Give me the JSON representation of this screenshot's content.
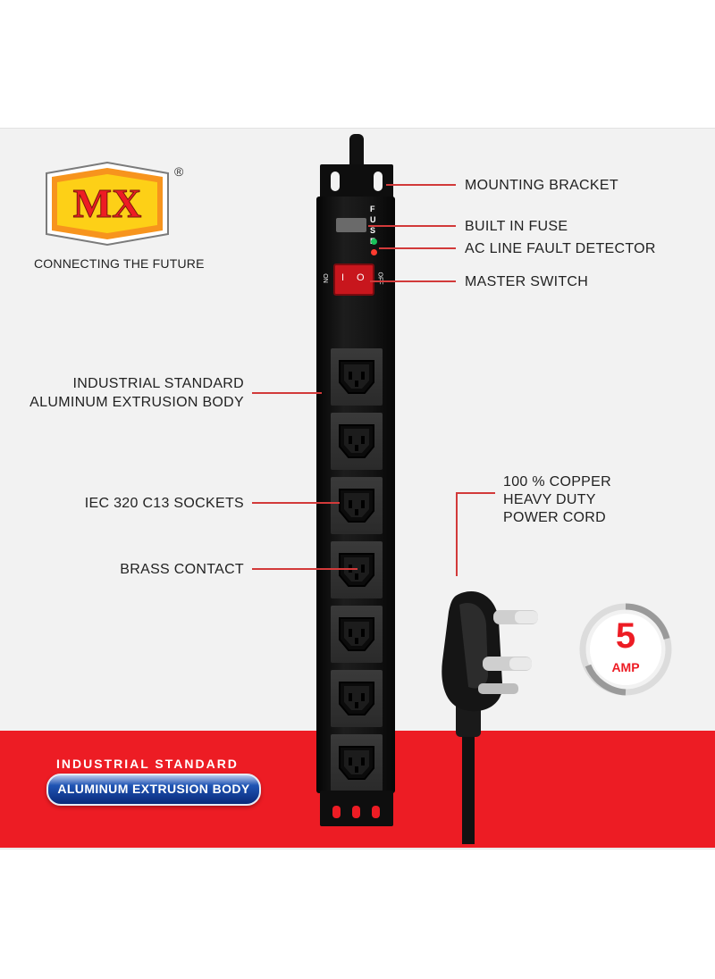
{
  "brand": {
    "logo_text": "MX",
    "registered_mark": "®",
    "tagline": "CONNECTING THE FUTURE"
  },
  "callouts_right": [
    "MOUNTING  BRACKET",
    "BUILT IN FUSE",
    "AC LINE FAULT DETECTOR",
    "MASTER SWITCH"
  ],
  "callouts_left": {
    "body_line1": "INDUSTRIAL STANDARD",
    "body_line2": "ALUMINUM EXTRUSION BODY",
    "sockets": "IEC 320 C13 SOCKETS",
    "contact": "BRASS CONTACT"
  },
  "power_cord": {
    "line1": "100 % COPPER",
    "line2": "HEAVY DUTY",
    "line3": "POWER CORD"
  },
  "device": {
    "fuse_letters": "F U S E",
    "switch_on": "ON",
    "switch_off": "OFF",
    "switch_mark_o": "O",
    "switch_mark_i": "I",
    "socket_count": 7
  },
  "rating": {
    "value": "5",
    "unit": "AMP"
  },
  "badge": {
    "top_text": "INDUSTRIAL STANDARD",
    "main_text": "ALUMINUM EXTRUSION BODY"
  },
  "colors": {
    "brand_red": "#ed1c24",
    "leader_red": "#d23a3a",
    "badge_blue": "#1f54b4",
    "logo_orange": "#f7941d"
  }
}
